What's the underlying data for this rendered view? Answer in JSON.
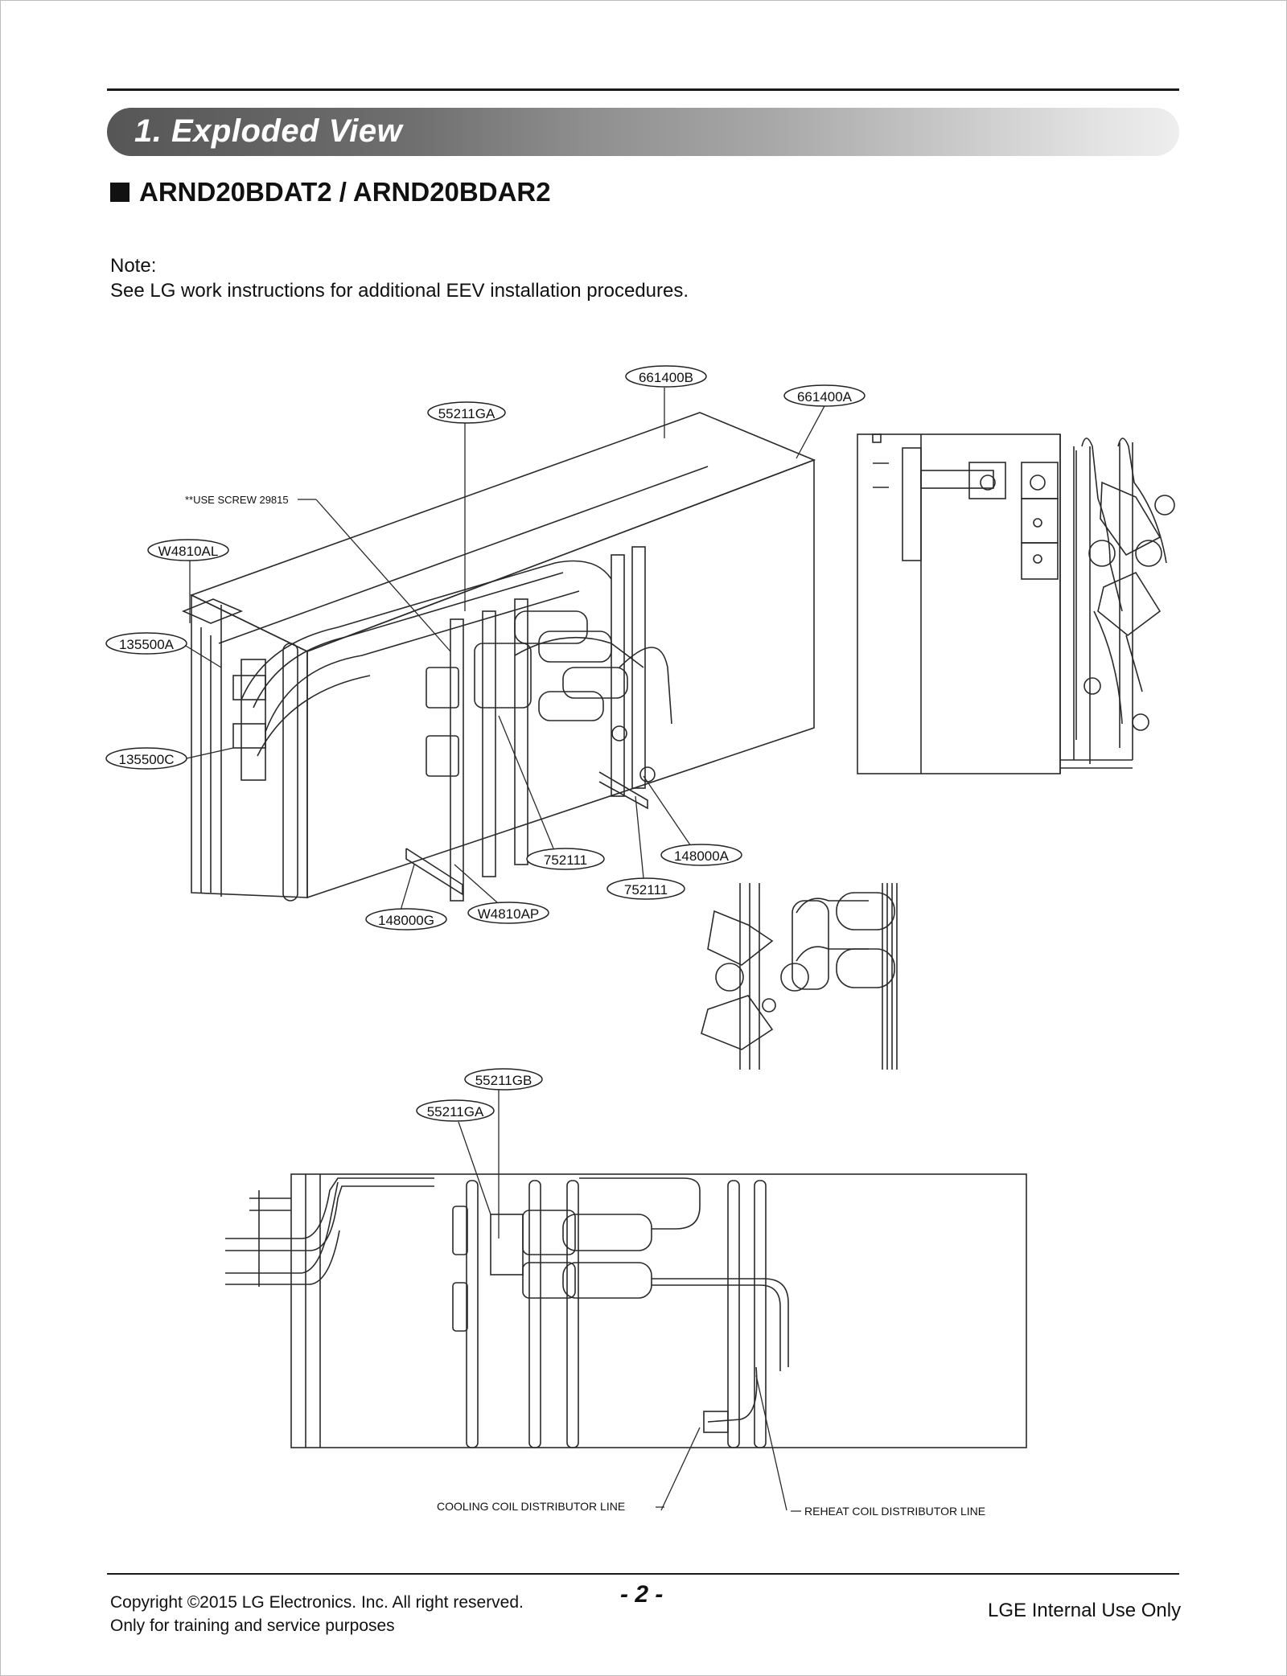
{
  "header": {
    "section_title": "1. Exploded View",
    "model_title": "ARND20BDAT2 / ARND20BDAR2"
  },
  "note": {
    "label": "Note:",
    "text": "See LG work instructions for additional EEV installation procedures."
  },
  "callouts": {
    "c661400B": "661400B",
    "c661400A": "661400A",
    "c55211GA_top": "55211GA",
    "screw": "**USE SCREW 29815",
    "cW4810AL": "W4810AL",
    "c135500A": "135500A",
    "c135500C": "135500C",
    "c752111_a": "752111",
    "c148000A": "148000A",
    "c752111_b": "752111",
    "cW4810AP": "W4810AP",
    "c148000G": "148000G",
    "c55211GB": "55211GB",
    "c55211GA_bottom": "55211GA",
    "cooling_line": "COOLING COIL DISTRIBUTOR LINE",
    "reheat_line": "REHEAT COIL DISTRIBUTOR LINE"
  },
  "footer": {
    "copyright_line1": "Copyright ©2015 LG Electronics. Inc. All right reserved.",
    "copyright_line2": "Only for training and service purposes",
    "page_number": "- 2 -",
    "internal": "LGE Internal Use Only"
  }
}
